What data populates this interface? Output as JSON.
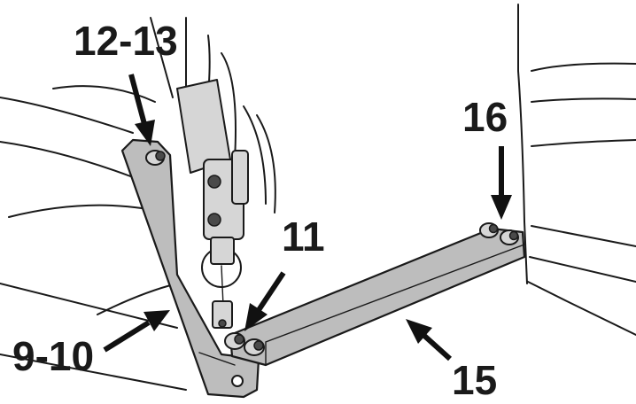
{
  "callouts": {
    "label_12_13": "12-13",
    "label_16": "16",
    "label_11": "11",
    "label_9_10": "9-10",
    "label_15": "15"
  }
}
